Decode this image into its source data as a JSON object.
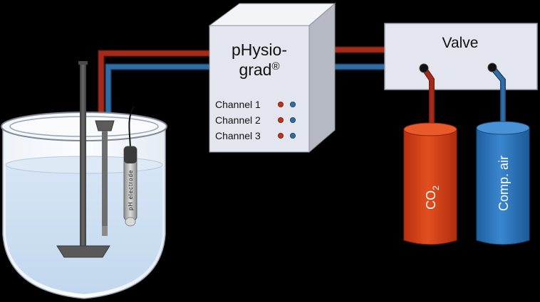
{
  "device": {
    "name_line1": "pHysio-",
    "name_line2": "grad",
    "trademark": "®",
    "channels": [
      "Channel 1",
      "Channel 2",
      "Channel 3"
    ]
  },
  "valve": {
    "label": "Valve"
  },
  "cylinders": {
    "co2": {
      "label_main": "CO",
      "label_sub": "2"
    },
    "air": {
      "label": "Comp. air"
    }
  },
  "electrode": {
    "label": "pH electrode"
  },
  "colors": {
    "background": "#000000",
    "red_line": "#a52a1a",
    "blue_line": "#2f6da4",
    "co2_cylinder": "#d9421a",
    "air_cylinder": "#2f78c4",
    "box_face": "#e3e6ee",
    "liquid": "#c9ddf0"
  }
}
